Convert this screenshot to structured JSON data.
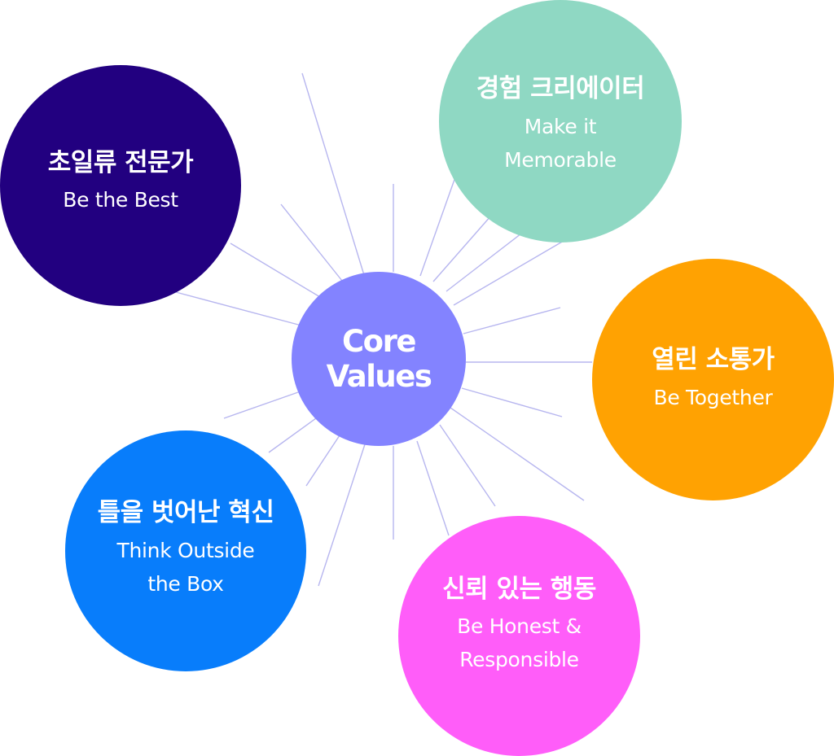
{
  "center": {
    "line1": "Core",
    "line2": "Values"
  },
  "values": [
    {
      "id": "best",
      "korean": "초일류 전문가",
      "english": [
        "Be the Best"
      ],
      "color": "#220080"
    },
    {
      "id": "experience",
      "korean": "경험 크리에이터",
      "english": [
        "Make it",
        "Memorable"
      ],
      "color": "#8fd8c3"
    },
    {
      "id": "open",
      "korean": "열린 소통가",
      "english": [
        "Be Together"
      ],
      "color": "#ffa202"
    },
    {
      "id": "trust",
      "korean": "신뢰 있는 행동",
      "english": [
        "Be Honest &",
        "Responsible"
      ],
      "color": "#ff5df9"
    },
    {
      "id": "innovation",
      "korean": "틀을 벗어난 혁신",
      "english": [
        "Think Outside",
        "the Box"
      ],
      "color": "#087dfb"
    }
  ],
  "colors": {
    "center": "#8383ff",
    "rays": "#b7b6ef"
  }
}
